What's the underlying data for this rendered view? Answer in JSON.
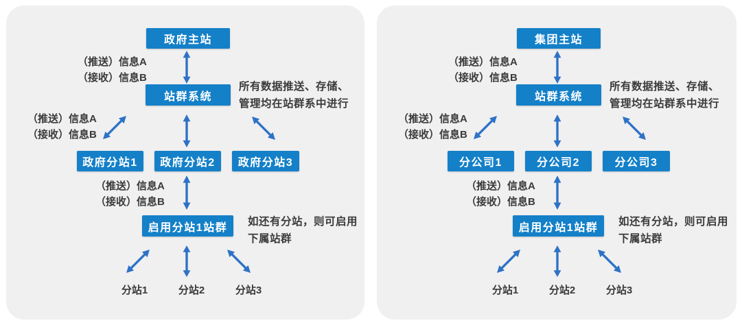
{
  "colors": {
    "node_blue": "#1480c8",
    "arrow_blue": "#2e72c6",
    "panel_background": "#f0f0f1",
    "text_dark": "#3a3a3a"
  },
  "io_labels": {
    "push": "（推送）信息A",
    "receive": "（接收）信息B"
  },
  "panels": [
    {
      "id": "government",
      "main_site": "政府主站",
      "cluster_system": "站群系统",
      "cluster_note_line1": "所有数据推送、存储、",
      "cluster_note_line2": "管理均在站群系中进行",
      "branch_sites": [
        "政府分站1",
        "政府分站2",
        "政府分站3"
      ],
      "enable_cluster": "启用分站1站群",
      "enable_note_line1": "如还有分站，则可启用",
      "enable_note_line2": "下属站群",
      "leaf_sites": [
        "分站1",
        "分站2",
        "分站3"
      ]
    },
    {
      "id": "group",
      "main_site": "集团主站",
      "cluster_system": "站群系统",
      "cluster_note_line1": "所有数据推送、存储、",
      "cluster_note_line2": "管理均在站群系中进行",
      "branch_sites": [
        "分公司1",
        "分公司2",
        "分公司3"
      ],
      "enable_cluster": "启用分站1站群",
      "enable_note_line1": "如还有分站，则可启用",
      "enable_note_line2": "下属站群",
      "leaf_sites": [
        "分站1",
        "分站2",
        "分站3"
      ]
    }
  ]
}
